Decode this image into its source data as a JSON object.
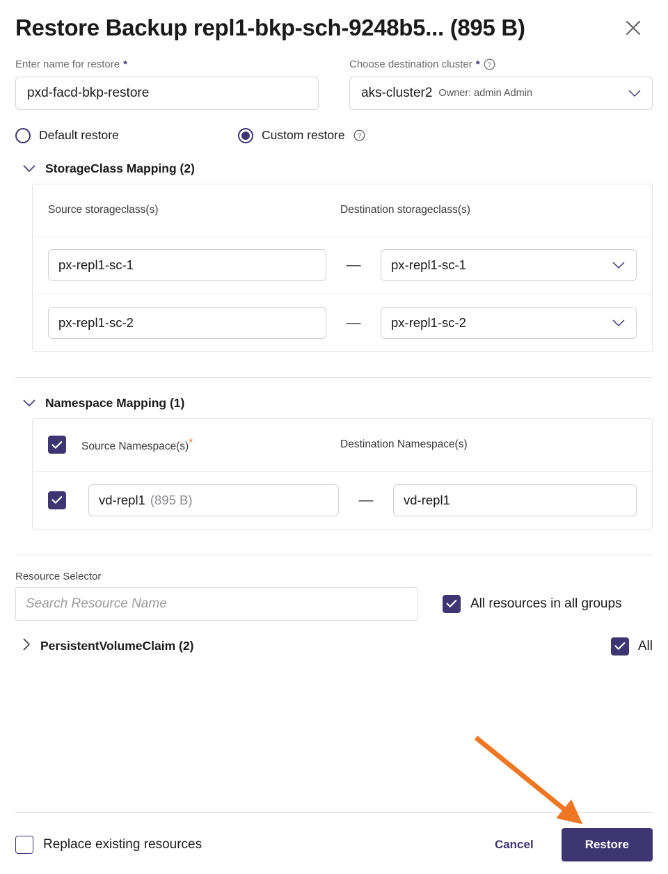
{
  "header": {
    "title": "Restore Backup repl1-bkp-sch-9248b5... (895 B)",
    "close_icon": "close-icon"
  },
  "form": {
    "name_label": "Enter name for restore",
    "name_required": "*",
    "name_value": "pxd-facd-bkp-restore",
    "cluster_label": "Choose destination cluster",
    "cluster_required": "*",
    "cluster_help_icon": "help-circle-icon",
    "cluster_value": "aks-cluster2",
    "cluster_owner": "Owner: admin Admin",
    "cluster_caret_icon": "chevron-down-icon"
  },
  "restore_mode": {
    "default_label": "Default restore",
    "custom_label": "Custom restore",
    "custom_help_icon": "help-circle-icon",
    "selected": "custom"
  },
  "storageclass_mapping": {
    "section_title": "StorageClass Mapping (2)",
    "chevron_icon": "chevron-down-icon",
    "col_source": "Source storageclass(s)",
    "col_destination": "Destination storageclass(s)",
    "rows": [
      {
        "source": "px-repl1-sc-1",
        "dash": "—",
        "destination": "px-repl1-sc-1",
        "caret_icon": "chevron-down-icon"
      },
      {
        "source": "px-repl1-sc-2",
        "dash": "—",
        "destination": "px-repl1-sc-2",
        "caret_icon": "chevron-down-icon"
      }
    ]
  },
  "namespace_mapping": {
    "section_title": "Namespace Mapping (1)",
    "chevron_icon": "chevron-down-icon",
    "col_source": "Source Namespace(s)",
    "col_source_required": "*",
    "col_destination": "Destination Namespace(s)",
    "header_checked": true,
    "rows": [
      {
        "checked": true,
        "source": "vd-repl1",
        "source_size": "(895 B)",
        "dash": "—",
        "destination": "vd-repl1"
      }
    ]
  },
  "resource_selector": {
    "label": "Resource Selector",
    "search_placeholder": "Search Resource Name",
    "search_value": "",
    "all_resources_label": "All resources in all groups",
    "all_resources_checked": true,
    "pvc_label": "PersistentVolumeClaim (2)",
    "pvc_chevron_icon": "chevron-right-icon",
    "pvc_all_label": "All",
    "pvc_all_checked": true
  },
  "footer": {
    "replace_label": "Replace existing resources",
    "replace_checked": false,
    "cancel_label": "Cancel",
    "restore_label": "Restore"
  },
  "colors": {
    "accent": "#3e3673",
    "required_orange": "#ef8036",
    "annotation_arrow": "#ef7622",
    "border": "#d6d6db",
    "muted_text": "#6b6b70"
  },
  "annotation": {
    "arrow_icon": "orange-pointer-arrow"
  }
}
